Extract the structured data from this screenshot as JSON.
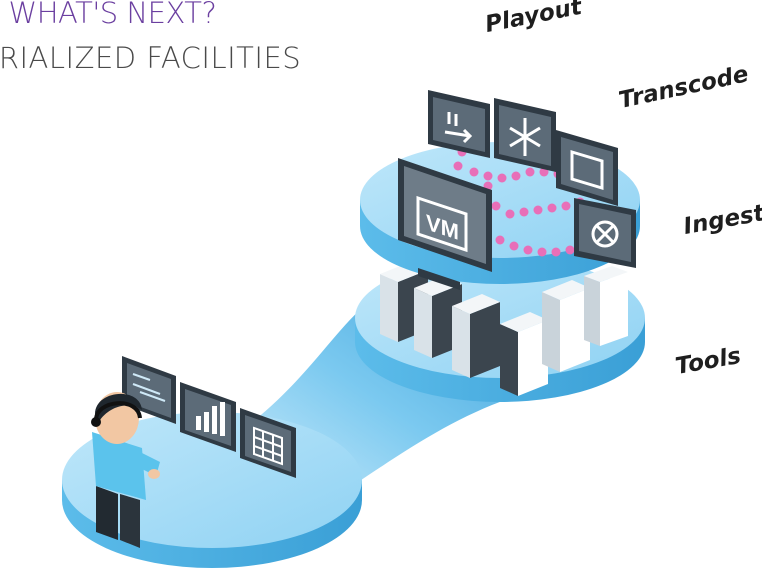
{
  "slide": {
    "title": "D WHAT'S NEXT?",
    "subtitle": "ERIALIZED FACILITIES"
  },
  "labels": {
    "playout": "Playout",
    "transcode": "Transcode",
    "ingest": "Ingest",
    "tools": "Tools"
  },
  "screens": {
    "vm": "VM"
  },
  "colors": {
    "title": "#6b3fa0",
    "subtitle": "#4a4a4a",
    "platform_top": "#a9def7",
    "platform_side": "#4fb2e6",
    "monitor_frame": "#2f3a44",
    "monitor_screen": "#5c6b78",
    "connector_dots": "#e86fb8",
    "server": "#e9eef2"
  },
  "icons": [
    "playout-icon",
    "transcode-icon",
    "window-icon",
    "ingest-icon",
    "vm-icon",
    "chart-icon",
    "grid-icon",
    "dashboard-icon"
  ]
}
